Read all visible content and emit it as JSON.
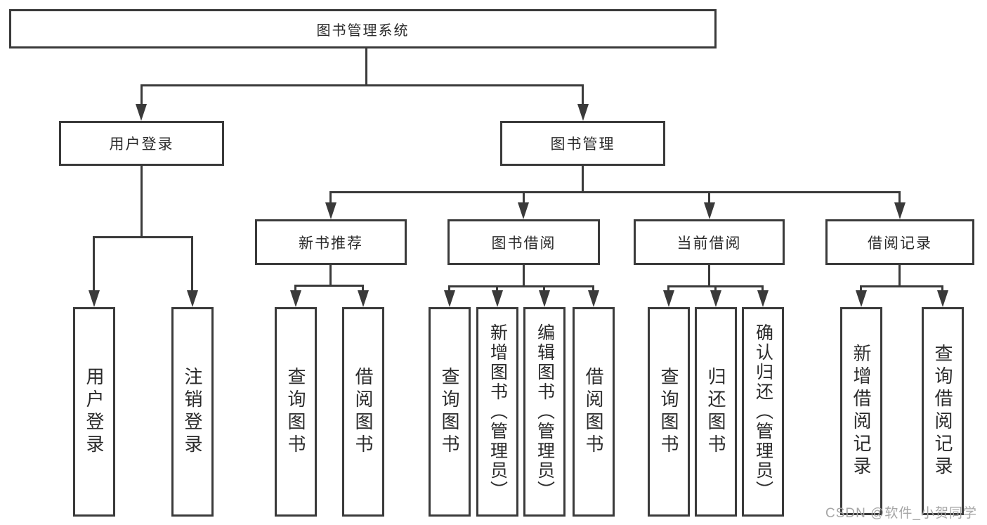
{
  "colors": {
    "line": "#3a3a3a",
    "text": "#2b2b2b",
    "watermark": "#a6a6a6",
    "background": "#ffffff"
  },
  "tree": {
    "label": "图书管理系统",
    "children": [
      {
        "label": "用户登录",
        "children": [
          {
            "label": "用户登录"
          },
          {
            "label": "注销登录"
          }
        ]
      },
      {
        "label": "图书管理",
        "children": [
          {
            "label": "新书推荐",
            "children": [
              {
                "label": "查询图书"
              },
              {
                "label": "借阅图书"
              }
            ]
          },
          {
            "label": "图书借阅",
            "children": [
              {
                "label": "查询图书"
              },
              {
                "label": "新增图书（管理员）"
              },
              {
                "label": "编辑图书（管理员）"
              },
              {
                "label": "借阅图书"
              }
            ]
          },
          {
            "label": "当前借阅",
            "children": [
              {
                "label": "查询图书"
              },
              {
                "label": "归还图书"
              },
              {
                "label": "确认归还（管理员）"
              }
            ]
          },
          {
            "label": "借阅记录",
            "children": [
              {
                "label": "新增借阅记录"
              },
              {
                "label": "查询借阅记录"
              }
            ]
          }
        ]
      }
    ]
  },
  "watermark": {
    "text": "CSDN @软件_小贺同学"
  }
}
